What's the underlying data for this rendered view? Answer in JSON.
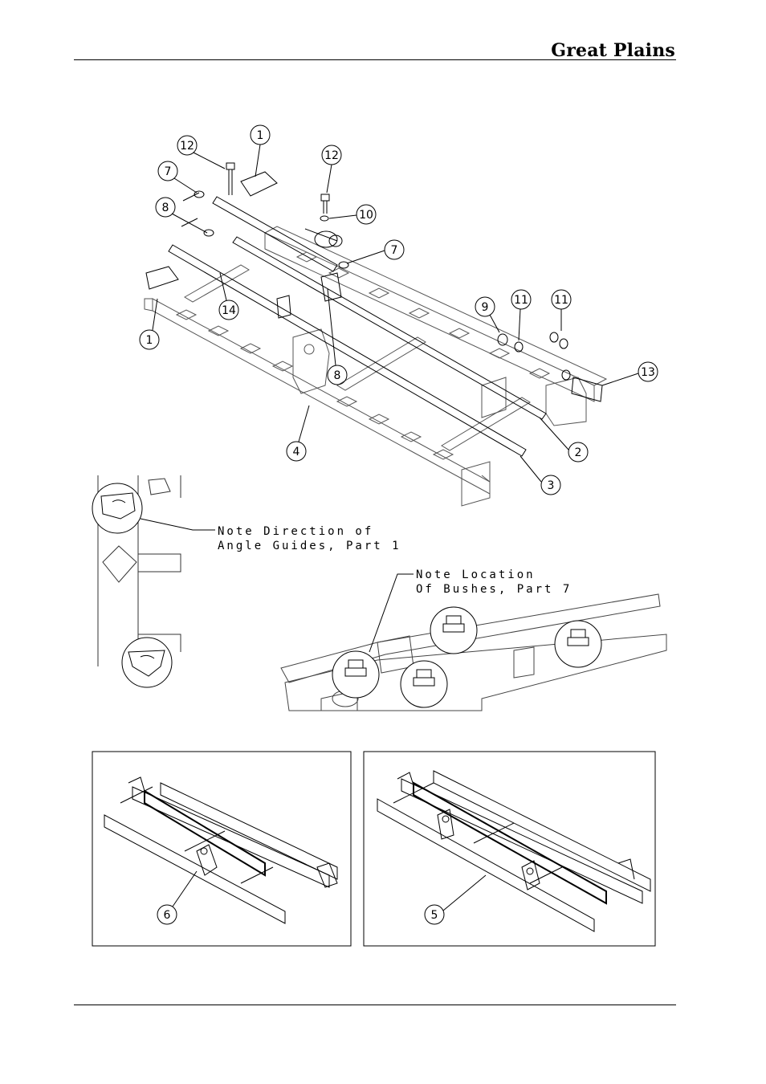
{
  "header": {
    "brand": "Great Plains"
  },
  "notes": {
    "angle_guides_line1": "Note Direction of",
    "angle_guides_line2": "Angle Guides, Part 1",
    "bushes_line1": "Note Location",
    "bushes_line2": "Of Bushes, Part 7"
  },
  "callouts": [
    "12",
    "1",
    "7",
    "12",
    "8",
    "10",
    "7",
    "1",
    "14",
    "9",
    "11",
    "11",
    "13",
    "8",
    "4",
    "2",
    "3",
    "6",
    "5"
  ]
}
